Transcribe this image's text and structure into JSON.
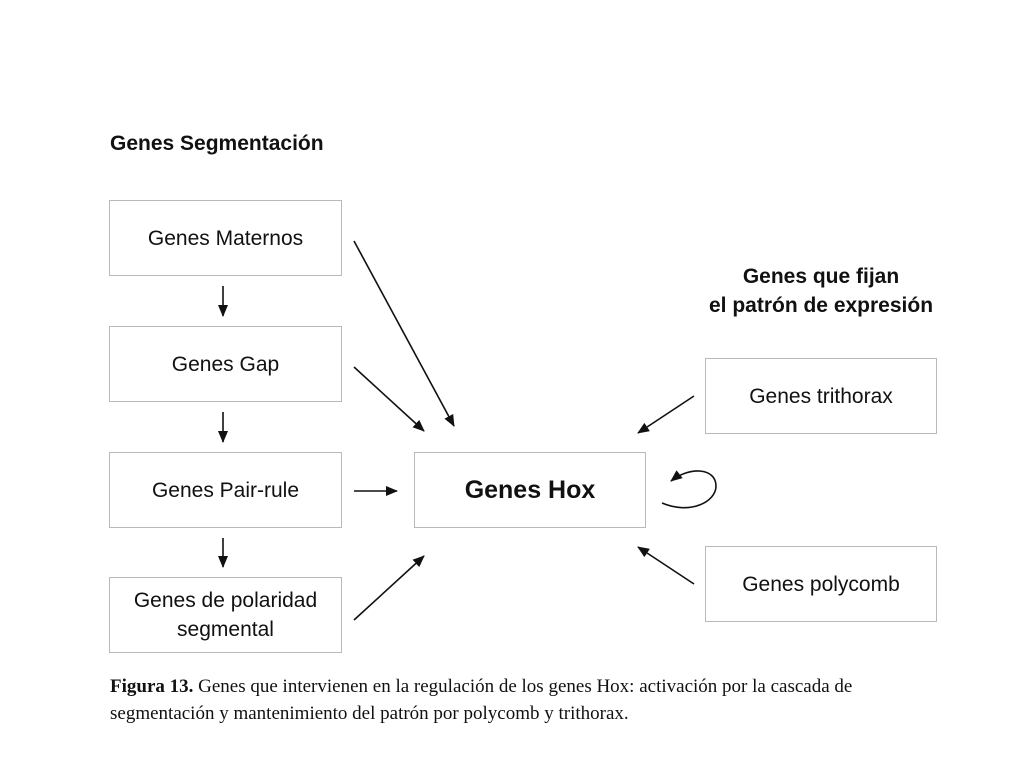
{
  "headings": {
    "segmentation": "Genes Segmentación",
    "pattern_line1": "Genes que fijan",
    "pattern_line2": "el patrón de expresión"
  },
  "boxes": {
    "maternos": "Genes Maternos",
    "gap": "Genes Gap",
    "pairrule": "Genes Pair-rule",
    "polaridad_line1": "Genes de polaridad",
    "polaridad_line2": "segmental",
    "hox": "Genes Hox",
    "trithorax": "Genes trithorax",
    "polycomb": "Genes polycomb"
  },
  "caption": {
    "label": "Figura 13.",
    "text": " Genes que intervienen en la regulación de los genes Hox: activación por la cascada de segmentación y mantenimiento del patrón por polycomb y trithorax."
  }
}
